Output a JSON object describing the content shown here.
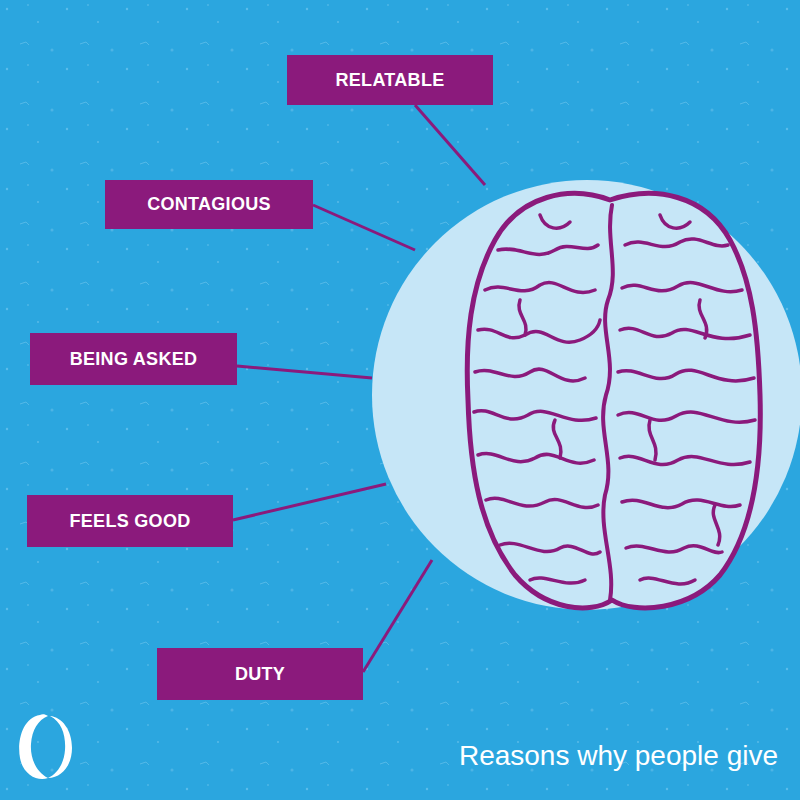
{
  "diagram": {
    "title": "Reasons why people give",
    "nodes": [
      {
        "text": [
          "RELATABLE"
        ]
      },
      {
        "text": [
          "CONTAGIOUS"
        ]
      },
      {
        "text": [
          "BEING ASKED"
        ]
      },
      {
        "text": [
          "FEELS GOOD"
        ]
      },
      {
        "text": [
          "DUTY"
        ]
      }
    ]
  }
}
